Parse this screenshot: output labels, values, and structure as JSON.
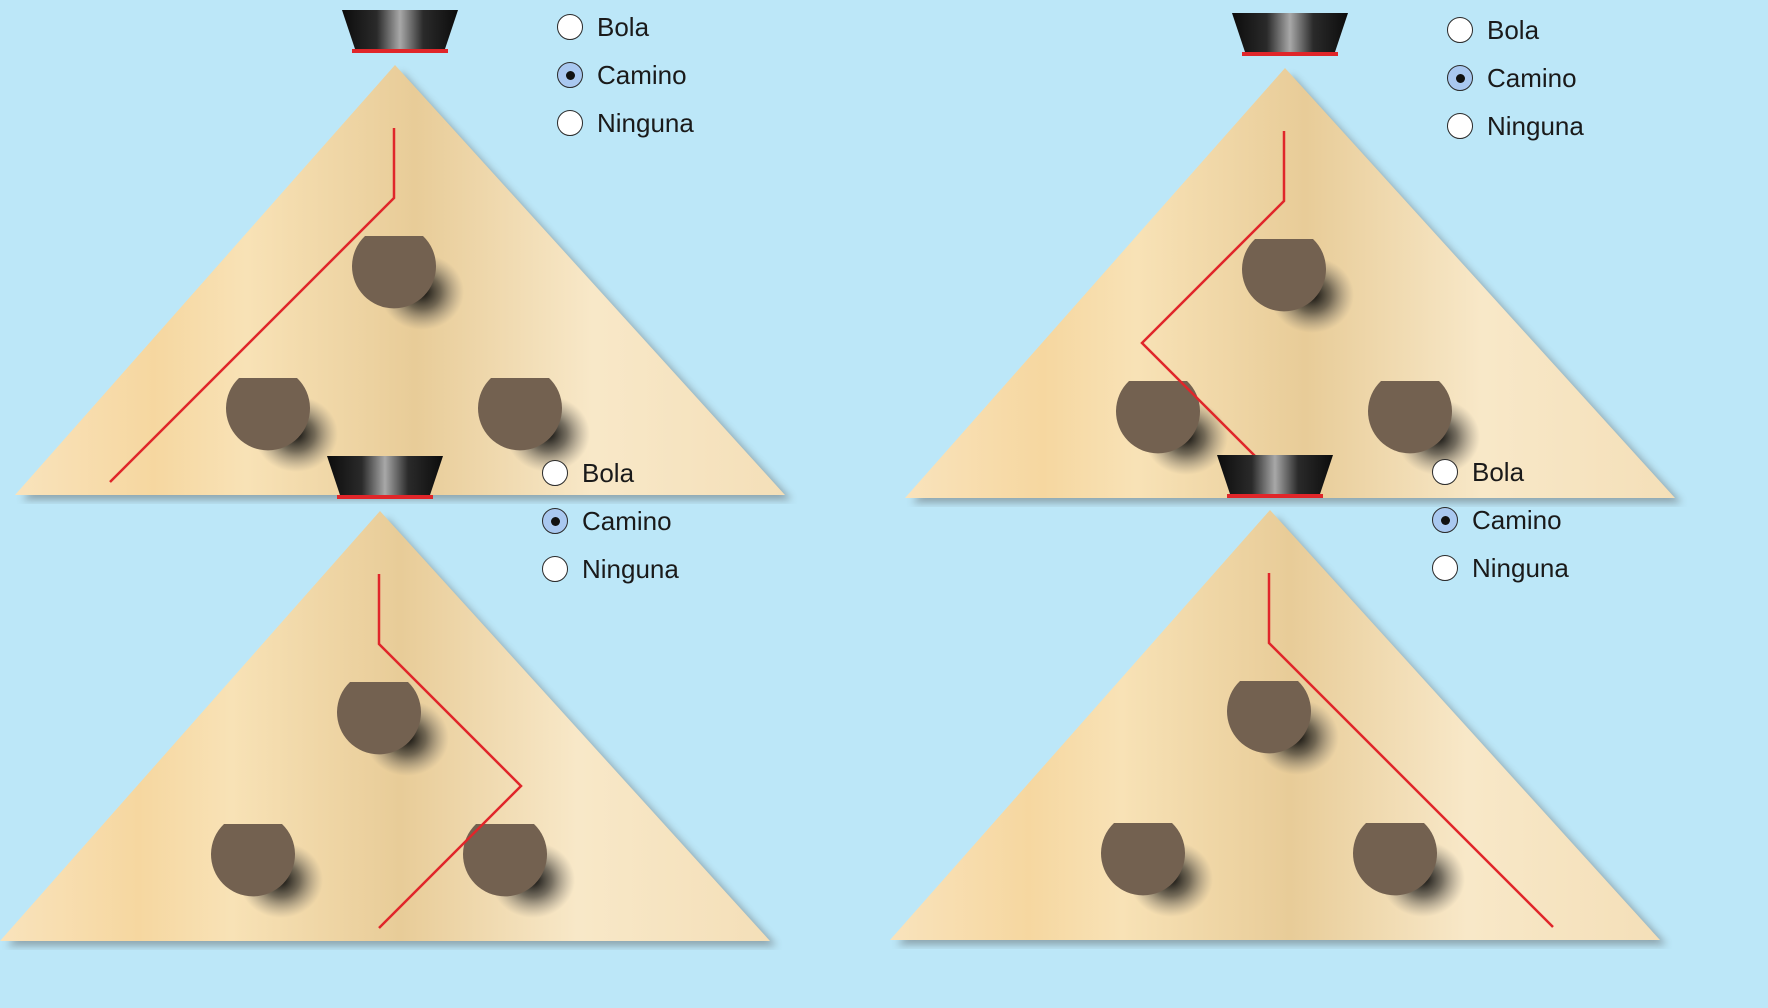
{
  "options": [
    "Bola",
    "Camino",
    "Ninguna"
  ],
  "panels": [
    {
      "id": "top-left",
      "selected": "Camino",
      "path": [
        "start",
        "left",
        "left"
      ]
    },
    {
      "id": "top-right",
      "selected": "Camino",
      "path": [
        "start",
        "left",
        "right"
      ]
    },
    {
      "id": "bottom-left",
      "selected": "Camino",
      "path": [
        "start",
        "right",
        "left"
      ]
    },
    {
      "id": "bottom-right",
      "selected": "Camino",
      "path": [
        "start",
        "right",
        "right"
      ]
    }
  ],
  "colors": {
    "background": "#bce7f8",
    "board": "#f4d9a8",
    "peg": "#736150",
    "path": "#e0262a",
    "radio_selected": "#a9c8f0"
  },
  "icons": [
    "funnel-icon",
    "peg-icon"
  ]
}
